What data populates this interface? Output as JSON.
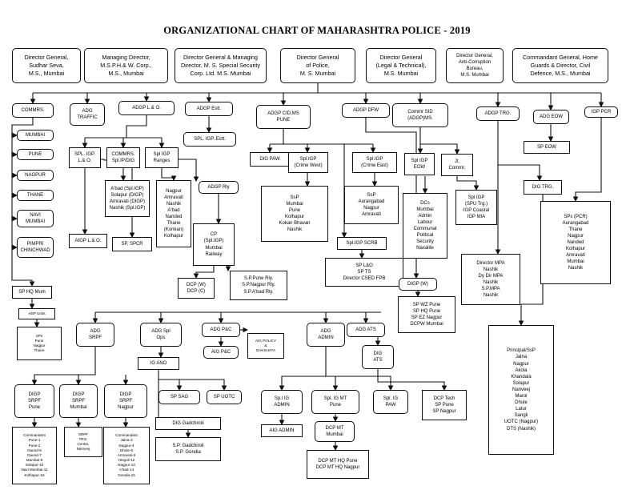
{
  "title": "ORGANIZATIONAL CHART OF MAHARASHTRA POLICE - 2019",
  "nodes": {
    "dg_sudhar": [
      "Director General,",
      "Sudhar Seva,",
      "M.S., Mumbai"
    ],
    "md_msphw": [
      "Managing Director,",
      "M.S.P.H.& W. Corp.,",
      "M.S., Mumbai"
    ],
    "dg_mssecurity": [
      "Director General & Managing",
      "Director, M. S. Special Security",
      "Corp. Ltd. M.S. Mumbai"
    ],
    "dgp": [
      "Director General",
      "of Police,",
      "M. S. Mumbai"
    ],
    "dg_legal": [
      "Director General",
      "(Legal & Technical),",
      "M.S. Mumbai"
    ],
    "dg_acb": [
      "Director General,",
      "Anti-Corruption",
      "Bureau,",
      "M.S. Mumbai"
    ],
    "cg_homeguards": [
      "Commandant General, Home",
      "Guards & Director, Civil",
      "Defence, M.S., Mumbai"
    ],
    "commrs": [
      "COMMRS."
    ],
    "adg_traffic": [
      "ADG",
      "TRAFFIC"
    ],
    "adgp_lo": [
      "ADGP L.& O."
    ],
    "adgp_estt": [
      "ADGP Estt."
    ],
    "adgp_cid": [
      "ADGP CID,MS",
      "PUNE"
    ],
    "adgp_dfw": [
      "ADGP DFW"
    ],
    "commr_sid": [
      "Commr SID",
      "(ADGP)MS."
    ],
    "adgp_trg": [
      "ADGP TRG."
    ],
    "adg_eow": [
      "ADG EOW"
    ],
    "igp_pcr": [
      "IGP PCR"
    ],
    "mumbai": [
      "MUMBAI"
    ],
    "pune": [
      "PUNE"
    ],
    "nagpur": [
      "NAGPUR"
    ],
    "thane": [
      "THANE"
    ],
    "navi_mumbai": [
      "NAVI",
      "MUMBAI"
    ],
    "pimpri": [
      "PIMPRI",
      "CHINCHWAD"
    ],
    "spl_igp_lo": [
      "SPL. IGP.",
      "L.& O."
    ],
    "commrs_spl": [
      "COMMRS.",
      "Spl.IP/DIG"
    ],
    "spl_igp_ranges": [
      "Spl IGP",
      "Ranges"
    ],
    "range_digs": [
      "A'bad (Spl.IGP)",
      "Solapur (DIGP)",
      "Amravati (DIGP)",
      "Nashik (Spl.IGP)"
    ],
    "range_cities": [
      "Nagpur",
      "Amravati",
      "Nashik",
      "A'bad",
      "Nanded",
      "Thane",
      "(Konkan)",
      "Kolhapur"
    ],
    "aigp_lo": [
      "AIGP L.& O."
    ],
    "sp_spcr": [
      "SP, SPCR"
    ],
    "spl_igp_estt": [
      "SPL. IGP. Estt."
    ],
    "adgp_rly": [
      "ADGP Rly"
    ],
    "cp_rly": [
      "CP",
      "(Spl.IGP)",
      "Mumbai",
      "Railway"
    ],
    "dcp_wc": [
      "DCP (W)",
      "DCP (C)"
    ],
    "sp_rly": [
      "S.P.Pune Rly.",
      "S.P.Nagpur Rly.",
      "S.P.A'bad Rly."
    ],
    "dig_paw": [
      "DIG PAW"
    ],
    "splig_cw": [
      "Spl.IGP",
      "(Crime West)"
    ],
    "splig_ce": [
      "Spl.IGP",
      "(Crime East)"
    ],
    "ssp_west": [
      "SsP",
      "Mumbai",
      "Pune",
      "Kolhapur",
      "Kokan Bhavan",
      "Nashik"
    ],
    "ssp_east": [
      "SsP",
      "Aurangabad",
      "Nagpur",
      "Amravati"
    ],
    "splig_scrb": [
      "Spl.IGP SCRB"
    ],
    "sp_lo": [
      "SP L&O",
      "SP TS",
      "Director CSED FPB"
    ],
    "spl_igp_eow_sid": [
      "Spl IGP",
      "EOW"
    ],
    "jt_commr": [
      "Jt.",
      "Commr."
    ],
    "dcs_list": [
      "DCs",
      "Mumbai",
      "Admin",
      "Labour",
      "Communal",
      "Political",
      "Security",
      "Naxalite"
    ],
    "spl_igp_spu": [
      "Spl IGP",
      "(SPU Trg.)",
      "IGP Coastal",
      "IGP MIA"
    ],
    "sp_eow": [
      "SP EOW"
    ],
    "dig_trg": [
      "DIG TRG."
    ],
    "sps_pcr": [
      "SPs (PCR)",
      "Aurangabad",
      "Thane",
      "Nagpur",
      "Nanded",
      "Kolhapur",
      "Amravati",
      "Mumbai",
      "Nashik"
    ],
    "director_mpa": [
      "Director MPA",
      "Nashik",
      "Dy Dir MPA",
      "Nashik",
      "S.P.MPA",
      "Nashik"
    ],
    "principal_list": [
      "Principal/SsP",
      "Jalna",
      "Nagpur",
      "Akola",
      "Khandala",
      "Solapur",
      "Nanveej",
      "Marol",
      "Dhule",
      "Latur",
      "Sangli",
      "UOTC (Nagpur)",
      "DTS (Nashik)"
    ],
    "digp_w": [
      "DIGP (W)"
    ],
    "sp_wz": [
      "SP WZ Pune",
      "SP HQ Pune",
      "SP EZ Nagpur",
      "DCPW Mumbai"
    ],
    "sp_hq_mum": [
      "SP HQ Mum"
    ],
    "hsp_units": [
      "HSP Units"
    ],
    "hsp_sps": [
      "SPs",
      "Pune",
      "Nagpur",
      "Thane"
    ],
    "adg_srpf": [
      "ADG",
      "SRPF"
    ],
    "adg_spl_ops": [
      "ADG Spl",
      "Ops"
    ],
    "adg_pc": [
      "ADG P&C"
    ],
    "aig_policy": [
      "AIG POLICY",
      "&",
      "DAKSHATA"
    ],
    "aig_pc": [
      "AIG P&C"
    ],
    "adg_admin": [
      "ADG",
      "ADMIN"
    ],
    "adg_ats": [
      "ADG ATS"
    ],
    "dig_ats": [
      "DIG",
      "ATS"
    ],
    "ig_ano": [
      "IG ANO"
    ],
    "sp_sag": [
      "SP SAG"
    ],
    "sp_uotc": [
      "SP UOTC"
    ],
    "dig_gadchiroli": [
      "DIG Gadchiroli"
    ],
    "sp_gadchiroli": [
      "S.P. Gadchiroli",
      "S.P. Gondia"
    ],
    "digp_srpf_pune": [
      "DIGP",
      "SRPF",
      "Pune"
    ],
    "digp_srpf_mumbai": [
      "DIGP",
      "SRPF",
      "Mumbai"
    ],
    "digp_srpf_nagpur": [
      "DIGP",
      "SRPF",
      "Nagpur"
    ],
    "srpf_pune_list": [
      "Commandant",
      "Pune-1",
      "Pune-2",
      "Daund-5",
      "Daund-7",
      "Mumbai-8",
      "Solapur-10",
      "Navi Mumbai-11",
      "Kolhapur-16"
    ],
    "srpf_mumbai_list": [
      "SRPF",
      "TRG.",
      "Centre,",
      "Nanveej"
    ],
    "srpf_nagpur_list": [
      "Commandant",
      "Jalna-3",
      "Nagpur-4",
      "Dhule-6",
      "Amravati-9",
      "Hingoli-12",
      "Nagpur-13",
      "A'bad-14",
      "Gondia-15"
    ],
    "spl_ig_admin": [
      "Sp.l IG",
      "ADMIN"
    ],
    "spl_ig_mt": [
      "Spl. IG MT",
      "Pune"
    ],
    "spl_ig_paw": [
      "Spl. IG",
      "PAW"
    ],
    "aig_admin": [
      "AIG  ADMIN"
    ],
    "dcp_mt": [
      "DCP MT",
      "Mumbai"
    ],
    "dcp_mt_hq": [
      "DCP MT HQ Pune",
      "DCP MT HQ Nagpur"
    ],
    "dcp_tech": [
      "DCP Tech",
      "SP Pune",
      "SP Nagpur"
    ]
  }
}
